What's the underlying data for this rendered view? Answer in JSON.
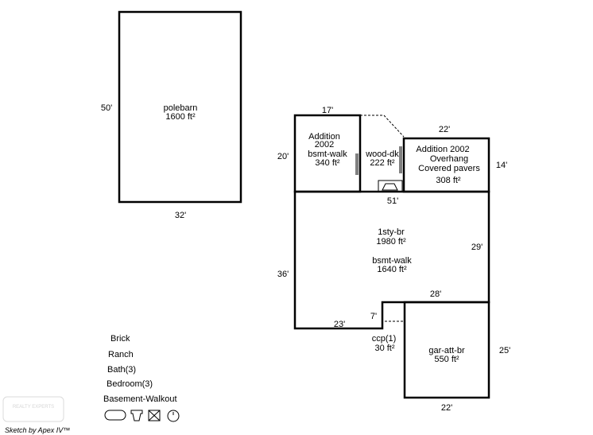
{
  "polebarn": {
    "name": "polebarn",
    "area": "1600 ft²",
    "side_label": "50'",
    "bottom_label": "32'"
  },
  "addition_bsmt": {
    "line1": "Addition",
    "line2": "2002",
    "line3": "bsmt-walk",
    "area": "340 ft²",
    "top_label": "17'",
    "side_label": "20'"
  },
  "wood_deck": {
    "name": "wood-dk",
    "area": "222 ft²"
  },
  "addition_overhang": {
    "line1": "Addition 2002",
    "line2": "Overhang",
    "line3": "Covered   pavers",
    "area": "308 ft²",
    "top_label": "22'",
    "side_label": "14'"
  },
  "main_house": {
    "line1": "1sty-br",
    "area1": "1980 ft²",
    "line2": "bsmt-walk",
    "area2": "1640 ft²",
    "top_label": "51'",
    "left_label": "36'",
    "right_label": "29'",
    "bottom_label": "23'",
    "notch_label": "7'",
    "garage_top_label": "28'"
  },
  "ccp": {
    "name": "ccp(1)",
    "area": "30 ft²"
  },
  "garage": {
    "name": "gar-att-br",
    "area": "550 ft²",
    "side_label": "25'",
    "bottom_label": "22'"
  },
  "legend": [
    "Brick",
    "Ranch",
    "Bath(3)",
    "Bedroom(3)",
    "Basement-Walkout"
  ],
  "credit": "Sketch by Apex IV™",
  "watermark": "REALTY EXPERTS"
}
